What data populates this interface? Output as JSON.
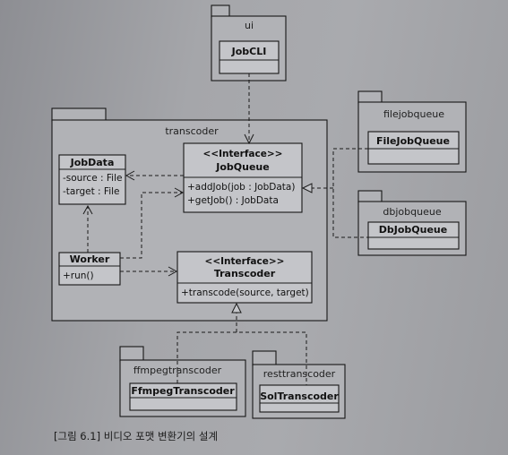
{
  "packages": {
    "ui": "ui",
    "transcoder": "transcoder",
    "filejobqueue": "filejobqueue",
    "dbjobqueue": "dbjobqueue",
    "ffmpegtranscoder": "ffmpegtranscoder",
    "resttranscoder": "resttranscoder"
  },
  "classes": {
    "jobcli": {
      "name": "JobCLI"
    },
    "jobdata": {
      "name": "JobData",
      "attributes": [
        "-source : File",
        "-target : File"
      ]
    },
    "jobqueue": {
      "stereotype": "<<Interface>>",
      "name": "JobQueue",
      "operations": [
        "+addJob(job : JobData)",
        "+getJob() : JobData"
      ]
    },
    "worker": {
      "name": "Worker",
      "operations": [
        "+run()"
      ]
    },
    "transcoder": {
      "stereotype": "<<Interface>>",
      "name": "Transcoder",
      "operations": [
        "+transcode(source, target)"
      ]
    },
    "filejobqueue": {
      "name": "FileJobQueue"
    },
    "dbjobqueue": {
      "name": "DbJobQueue"
    },
    "ffmpegtranscoder": {
      "name": "FfmpegTranscoder"
    },
    "soltranscoder": {
      "name": "SolTranscoder"
    }
  },
  "caption": "[그림 6.1] 비디오 포맷 변환기의 설계"
}
